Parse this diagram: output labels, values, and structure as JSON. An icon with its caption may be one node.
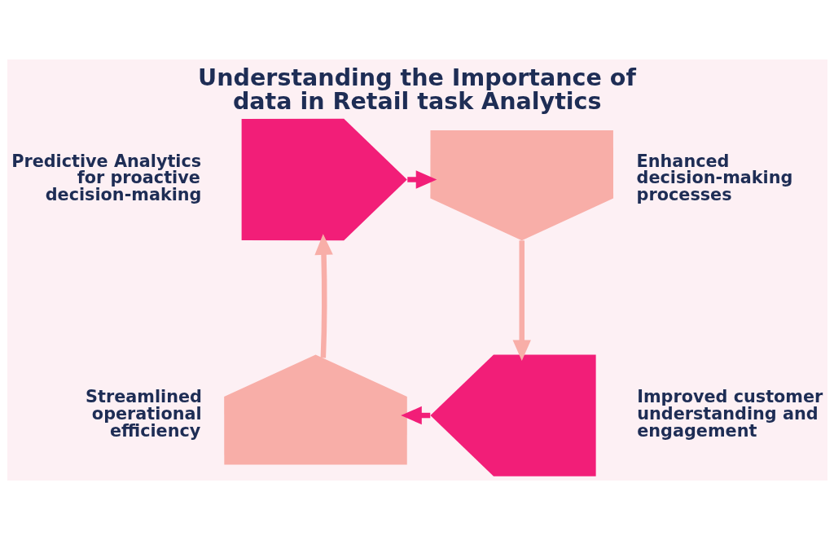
{
  "diagram": {
    "title": "Understanding the Importance of data in Retail task Analytics",
    "nodes": [
      {
        "text": [],
        "shape": "arrow",
        "beside": [
          "Predictive Analytics for proactive decision-making"
        ]
      },
      {
        "text": [],
        "shape": "arrow",
        "beside": [
          "Enhanced decision-making processes"
        ]
      },
      {
        "text": [],
        "shape": "arrow",
        "beside": [
          "Improved customer understanding and engagement"
        ]
      },
      {
        "text": [],
        "shape": "arrow",
        "beside": [
          "Streamlined operational efficiency"
        ]
      }
    ],
    "edges": [
      {
        "from": 0,
        "to": 1,
        "arrow": "to",
        "color": "#f21e78"
      },
      {
        "from": 1,
        "to": 2,
        "arrow": "to",
        "color": "#f8aea8"
      },
      {
        "from": 2,
        "to": 3,
        "arrow": "to",
        "color": "#f21e78"
      },
      {
        "from": 3,
        "to": 0,
        "arrow": "to",
        "color": "#f8aea8"
      }
    ]
  }
}
